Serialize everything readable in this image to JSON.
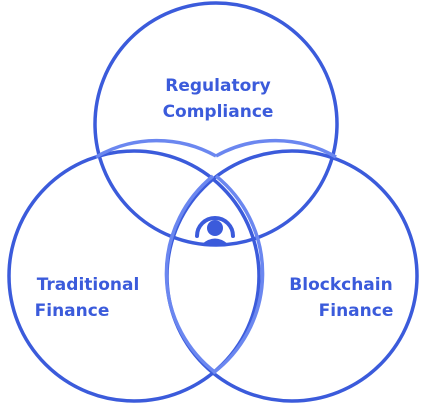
{
  "diagram": {
    "circles": {
      "top": {
        "line1": "Regulatory",
        "line2": "Compliance"
      },
      "left": {
        "line1": "Traditional",
        "line2": "Finance"
      },
      "right": {
        "line1": "Blockchain",
        "line2": "Finance"
      }
    },
    "center_icon": "user-badge-icon"
  },
  "colors": {
    "ring": "#3B5BDB",
    "text": "#3B5BDB",
    "ring_overlap_light": "#6B87F0"
  }
}
